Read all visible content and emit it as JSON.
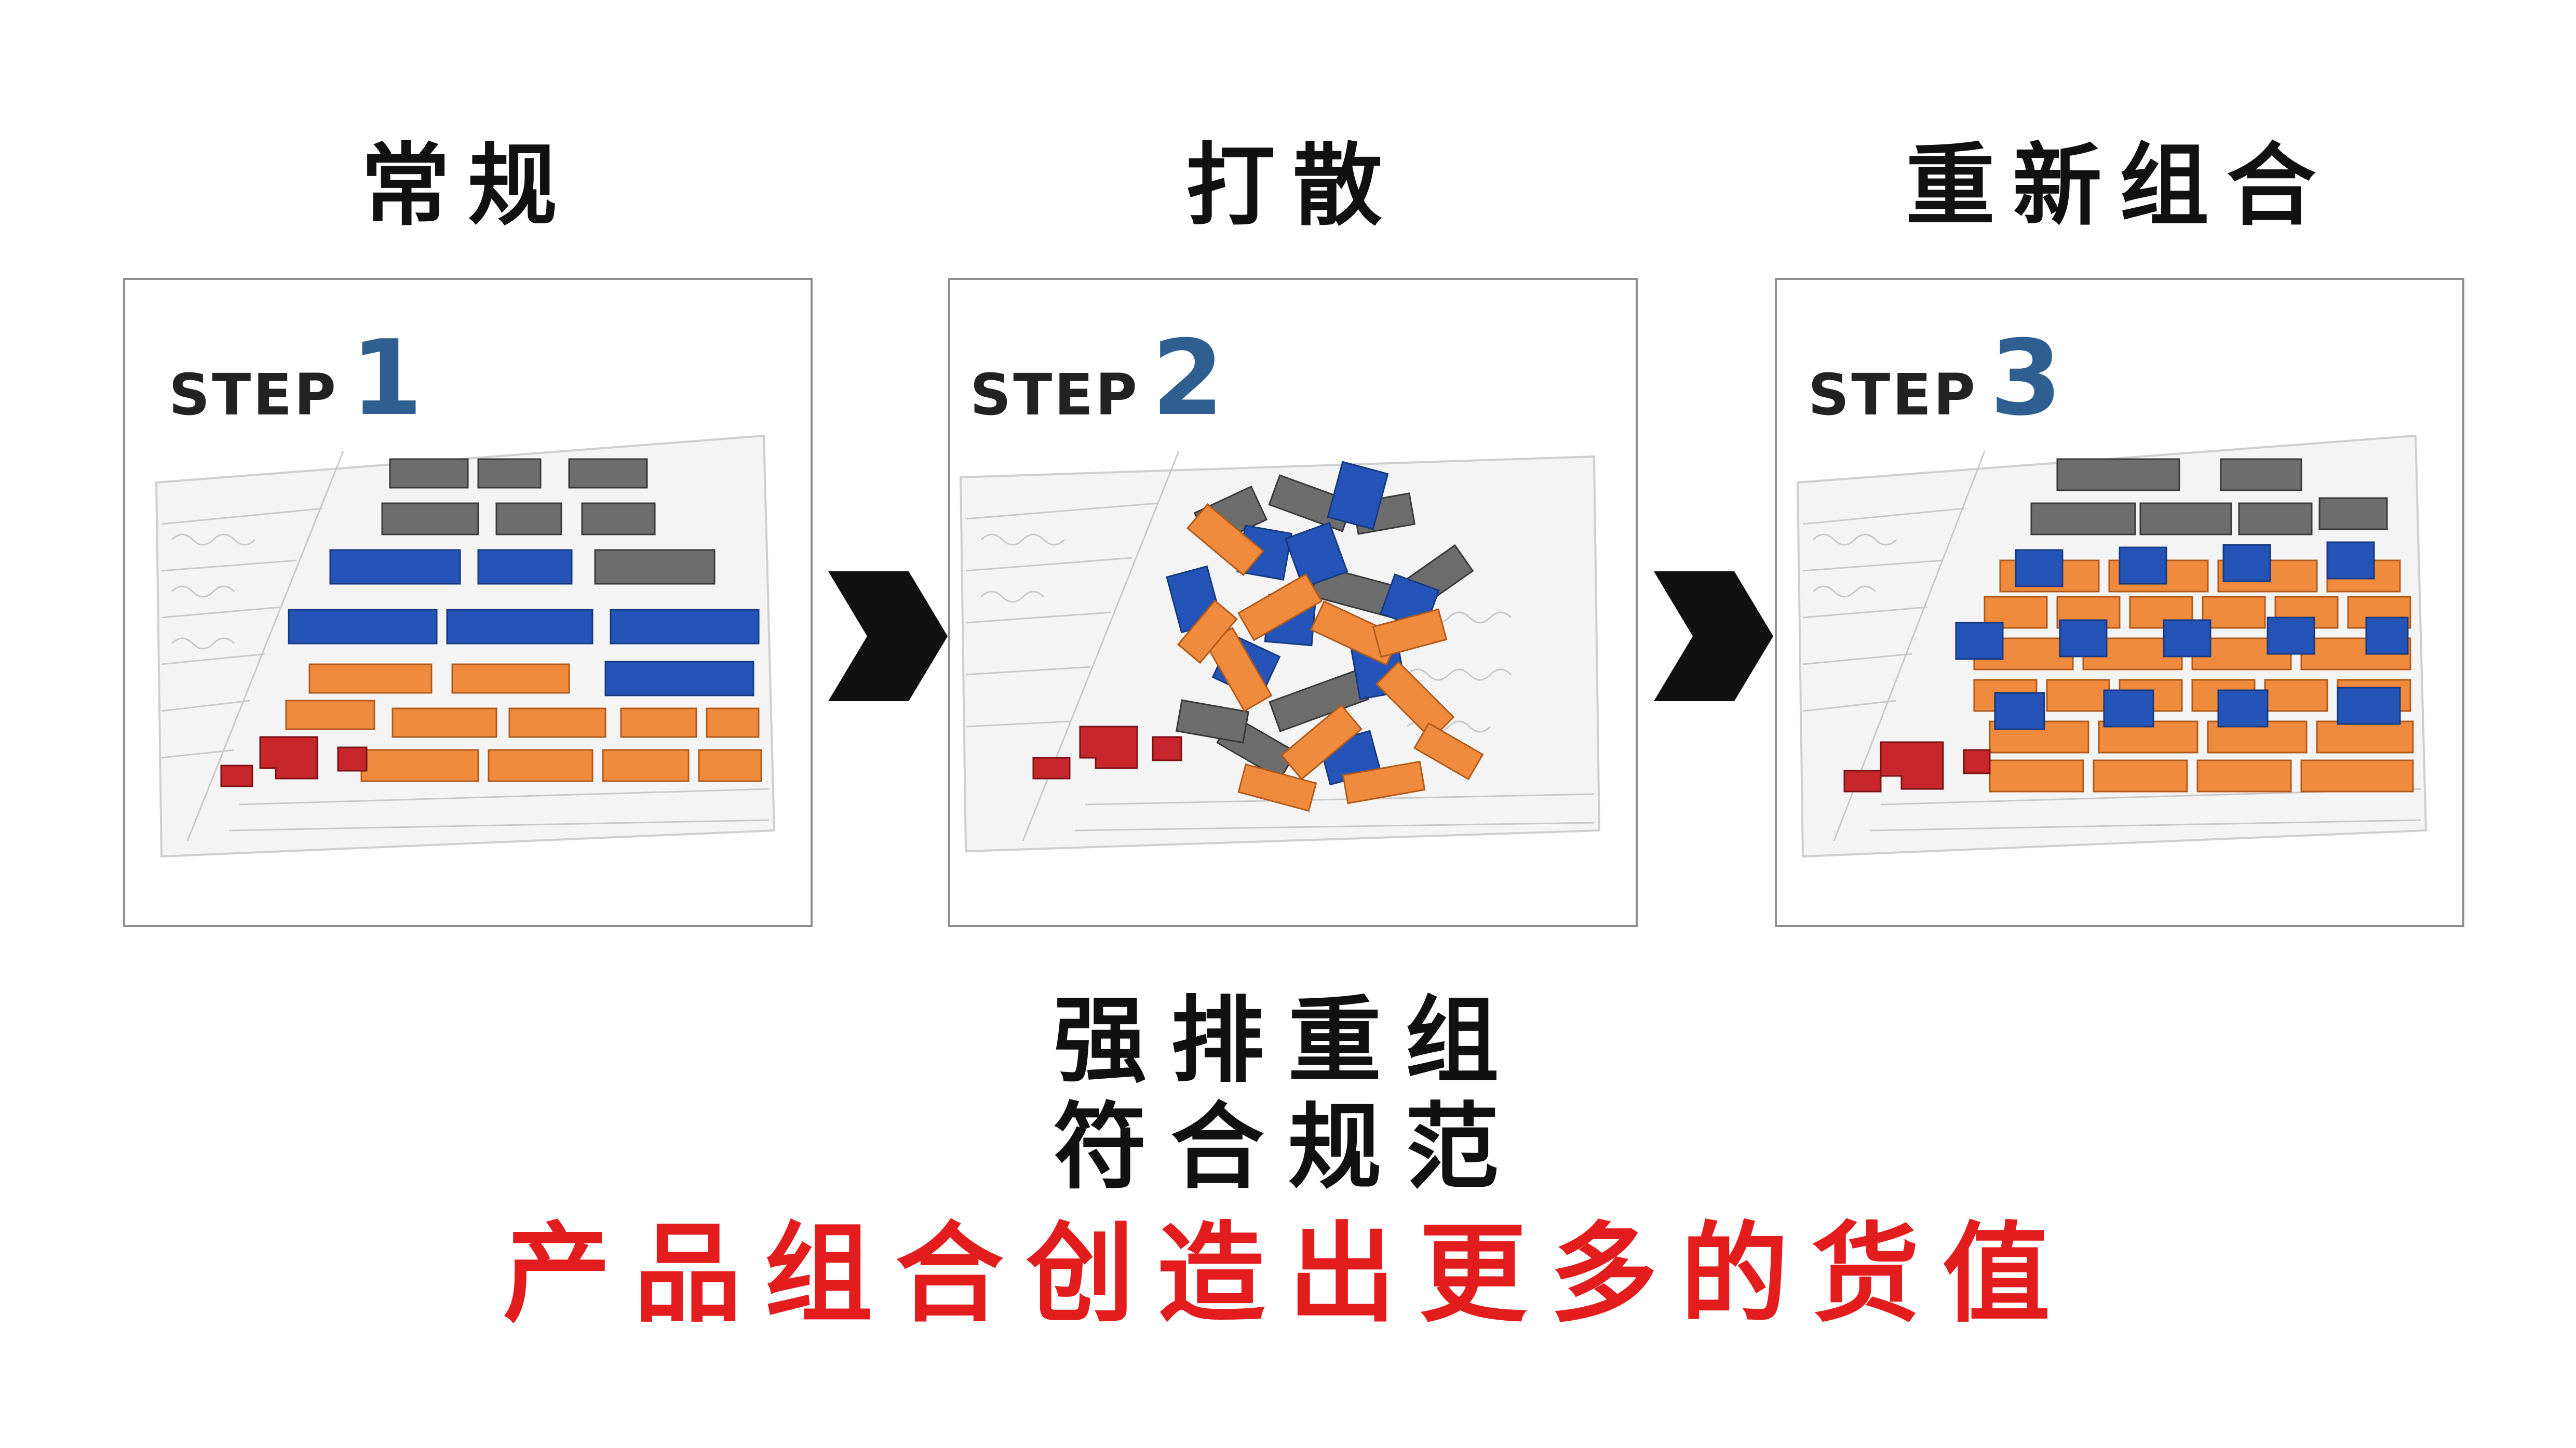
{
  "headings": [
    "常规",
    "打散",
    "重新组合"
  ],
  "steps": [
    {
      "word": "STEP",
      "number": "1"
    },
    {
      "word": "STEP",
      "number": "2"
    },
    {
      "word": "STEP",
      "number": "3"
    }
  ],
  "bottom": {
    "line1": "强排重组",
    "line2": "符合规范",
    "line3": "产品组合创造出更多的货值"
  },
  "colors": {
    "brick_gray": "#6d6d6d",
    "brick_blue": "#2454b8",
    "brick_orange": "#f08a3c",
    "brick_red": "#c7262c",
    "step_number": "#2f5f91",
    "highlight_text": "#e31d1d"
  },
  "icons": [
    "triple-chevron-right-icon",
    "triple-chevron-right-icon"
  ]
}
